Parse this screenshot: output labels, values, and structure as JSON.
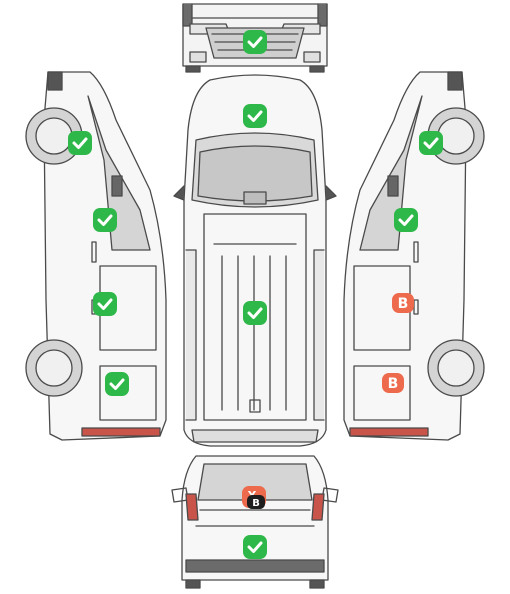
{
  "diagram": {
    "panels": [
      {
        "id": "front",
        "status": "ok"
      },
      {
        "id": "hood",
        "status": "ok"
      },
      {
        "id": "left-front-wheel",
        "status": "ok"
      },
      {
        "id": "left-front-door",
        "status": "ok"
      },
      {
        "id": "left-sliding-door",
        "status": "ok"
      },
      {
        "id": "left-rear-quarter",
        "status": "ok"
      },
      {
        "id": "roof",
        "status": "ok"
      },
      {
        "id": "right-front-wheel",
        "status": "ok"
      },
      {
        "id": "right-front-door",
        "status": "ok"
      },
      {
        "id": "right-sliding-door",
        "status": "damage",
        "code": "B"
      },
      {
        "id": "right-rear-quarter",
        "status": "damage",
        "code": "B"
      },
      {
        "id": "rear-window",
        "status": "damage",
        "code": "YB"
      },
      {
        "id": "rear-bumper",
        "status": "ok"
      }
    ],
    "colors": {
      "ok": "#2fb84a",
      "damage": "#ee6a4c",
      "yellow": "#f4c542",
      "outline": "#4a4a4a"
    },
    "icons": {
      "ok": "check-icon",
      "damage": "damage-b-icon",
      "combined": "damage-yb-icon"
    }
  }
}
